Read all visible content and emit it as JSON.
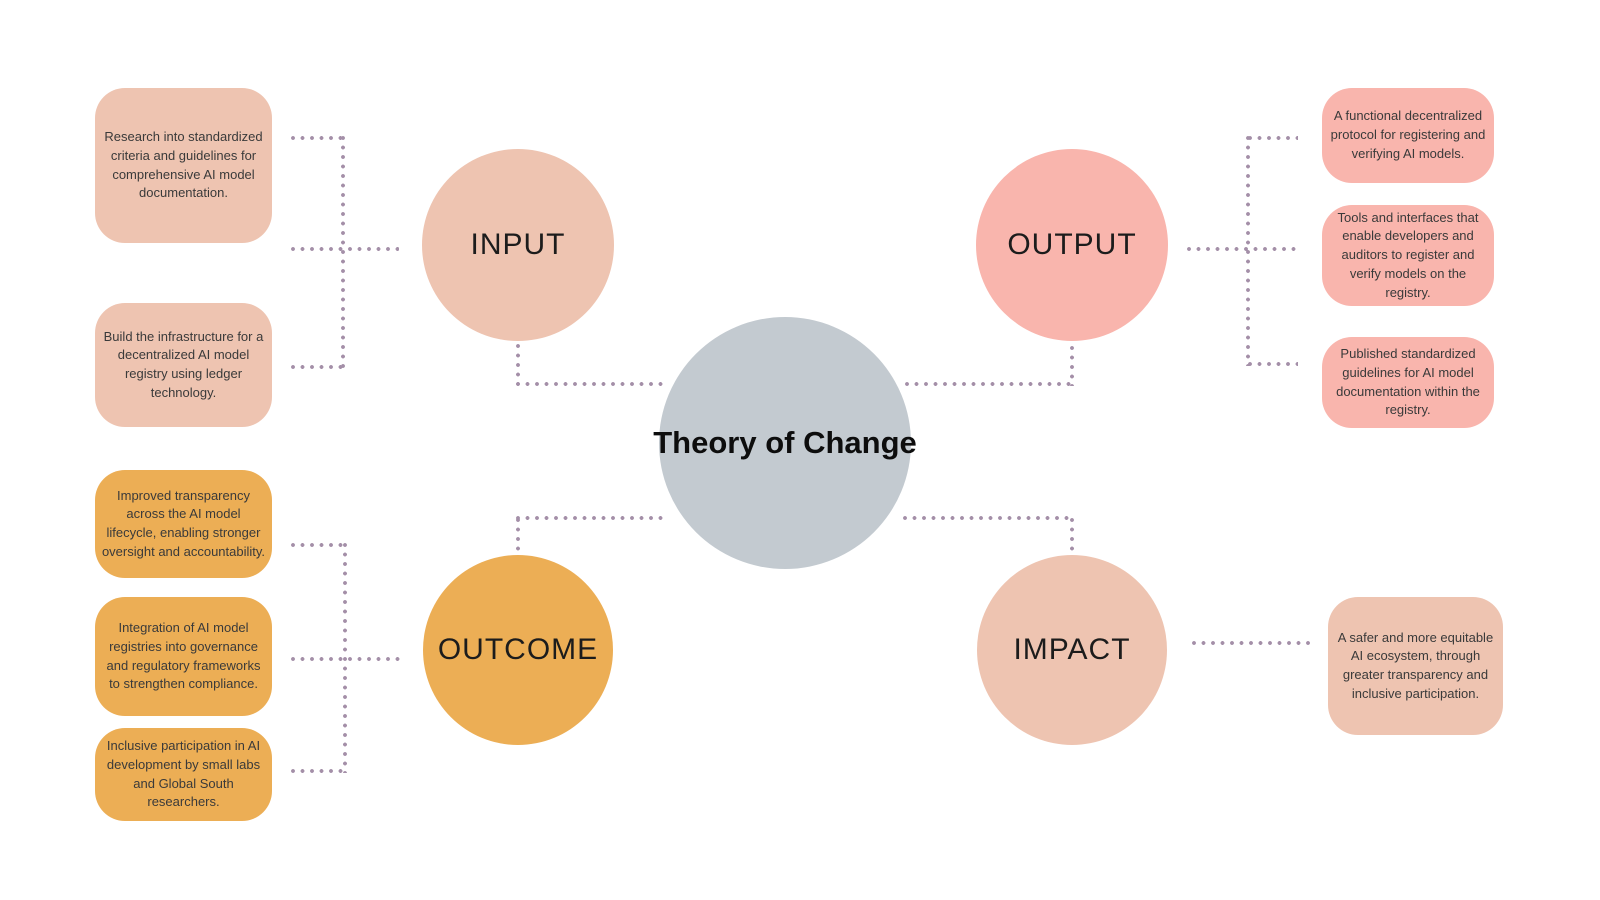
{
  "center": {
    "title": "Theory of Change"
  },
  "stages": {
    "input": {
      "label": "INPUT",
      "items": [
        "Research into standardized criteria and guidelines for comprehensive AI model documentation.",
        "Build the infrastructure for a decentralized AI model registry using ledger technology."
      ]
    },
    "output": {
      "label": "OUTPUT",
      "items": [
        "A functional decentralized protocol for registering and verifying AI models.",
        "Tools and interfaces that enable developers and auditors to register and verify models on the registry.",
        "Published standardized guidelines for AI model documentation within the registry."
      ]
    },
    "outcome": {
      "label": "OUTCOME",
      "items": [
        "Improved transparency across the AI model lifecycle, enabling stronger oversight and accountability.",
        "Integration of AI model registries into governance and regulatory frameworks to strengthen compliance.",
        "Inclusive participation in AI development by small labs and Global South researchers."
      ]
    },
    "impact": {
      "label": "IMPACT",
      "items": [
        "A safer and more equitable AI ecosystem, through greater transparency and inclusive participation."
      ]
    }
  },
  "colors": {
    "peach": "#eec4b1",
    "pink": "#f9b5ad",
    "orange": "#ecae55",
    "gray": "#c3cad0",
    "dots": "#a48fa8",
    "arrow": "#9d8bab",
    "ink": "#3a3a3a",
    "label": "#1c1c1c",
    "background": "#ffffff"
  }
}
